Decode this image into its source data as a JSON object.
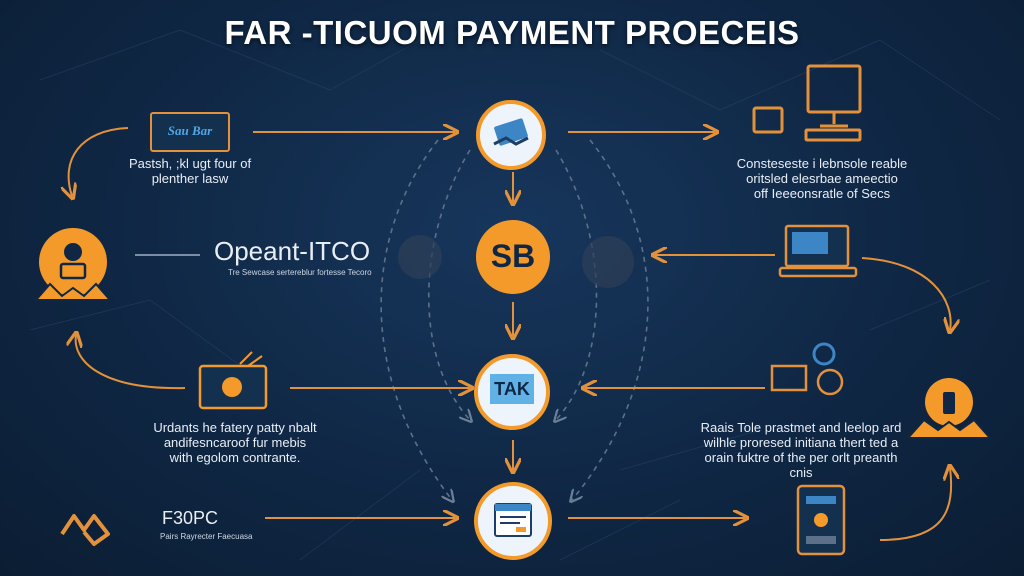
{
  "title": "FAR -TICUOM PAYMENT PROECEIS",
  "colors": {
    "background": "#0f2744",
    "accent": "#f39a2b",
    "node_ring": "#f39a2b",
    "node_fill": "#eef4fb",
    "arrow": "#e3913a",
    "arc": "#5d7089"
  },
  "nodes": {
    "top_left_logo": {
      "text": "Sau Bar",
      "icon": "card-logo-icon"
    },
    "top_left_caption": [
      "Pastsh, ;kl ugt four of",
      "plenther lasw"
    ],
    "center_top": {
      "icon": "handshake-payment-icon"
    },
    "center_middle": {
      "text": "SB"
    },
    "center_lower": {
      "text": "TAK"
    },
    "center_bottom": {
      "icon": "invoice-document-icon"
    },
    "opeant_brand": {
      "text": "Opeant-ITCO",
      "subtitle": "Tre Sewcase sertereblur fortesse Tecoro"
    },
    "left_person": {
      "icon": "coin-person-icon"
    },
    "left_coin_caption": [
      "Urdants he fatery patty nbalt",
      "andifesncaroof fur mebis",
      "with egolom contrante."
    ],
    "bottom_left_brand": {
      "text": "F30PC",
      "subtitle": "Pairs Rayrecter Faecuasa",
      "icon": "swap-logo-icon"
    },
    "top_right_caption": [
      "Consteseste i lebnsole reable",
      "oritsled elesrbae ameectio",
      "off Ieeeonsratle of Secs"
    ],
    "right_laptop": {
      "icon": "laptop-icon"
    },
    "right_person": {
      "icon": "coin-person-icon"
    },
    "right_caption": [
      "Raais Tole prastmet and leelop ard",
      "wilhle proresed initiana thert ted a",
      "orain fuktre of the per orlt preanth cnis"
    ],
    "bottom_right": {
      "icon": "mobile-app-icon"
    }
  }
}
